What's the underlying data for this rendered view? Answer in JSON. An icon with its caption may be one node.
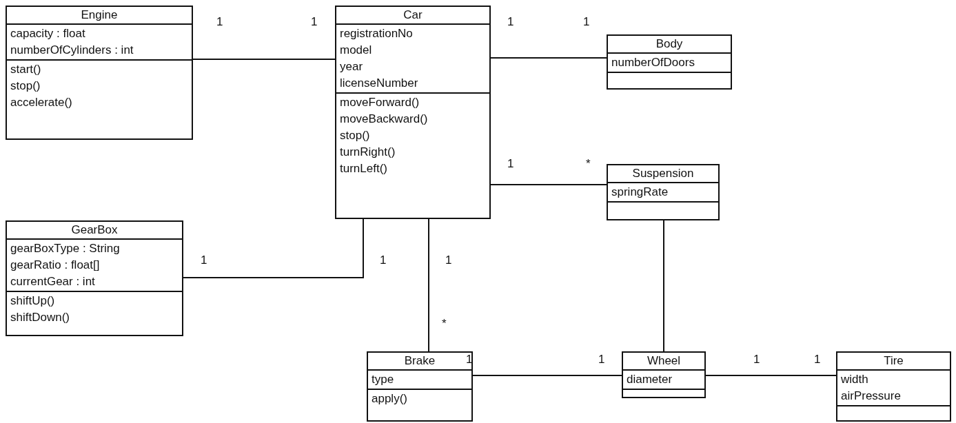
{
  "diagram": {
    "nodes": [
      {
        "text": [
          "Engine",
          "capacity : float",
          "numberOfCylinders : int",
          "start()",
          "stop()",
          "accelerate()"
        ]
      },
      {
        "text": [
          "Car",
          "registrationNo",
          "model",
          "year",
          "licenseNumber",
          "moveForward()",
          "moveBackward()",
          "stop()",
          "turnRight()",
          "turnLeft()"
        ]
      },
      {
        "text": [
          "Body",
          "numberOfDoors"
        ]
      },
      {
        "text": [
          "Suspension",
          "springRate"
        ]
      },
      {
        "text": [
          "GearBox",
          "gearBoxType : String",
          "gearRatio : float[]",
          "currentGear : int",
          "shiftUp()",
          "shiftDown()"
        ]
      },
      {
        "text": [
          "Brake",
          "type",
          "apply()"
        ]
      },
      {
        "text": [
          "Wheel",
          "diameter"
        ]
      },
      {
        "text": [
          "Tire",
          "width",
          "airPressure"
        ]
      }
    ],
    "edges": [
      {
        "from": 0,
        "to": 1,
        "arrow": "none"
      },
      {
        "from": 1,
        "to": 2,
        "arrow": "none"
      },
      {
        "from": 1,
        "to": 3,
        "arrow": "none"
      },
      {
        "from": 4,
        "to": 1,
        "arrow": "none"
      },
      {
        "from": 1,
        "to": 5,
        "arrow": "none"
      },
      {
        "from": 3,
        "to": 6,
        "arrow": "none"
      },
      {
        "from": 5,
        "to": 6,
        "arrow": "none"
      },
      {
        "from": 6,
        "to": 7,
        "arrow": "none"
      }
    ],
    "labels": [
      "1",
      "1",
      "1",
      "1",
      "1",
      "*",
      "1",
      "1",
      "1",
      "*",
      "1",
      "1",
      "1",
      "1"
    ]
  }
}
